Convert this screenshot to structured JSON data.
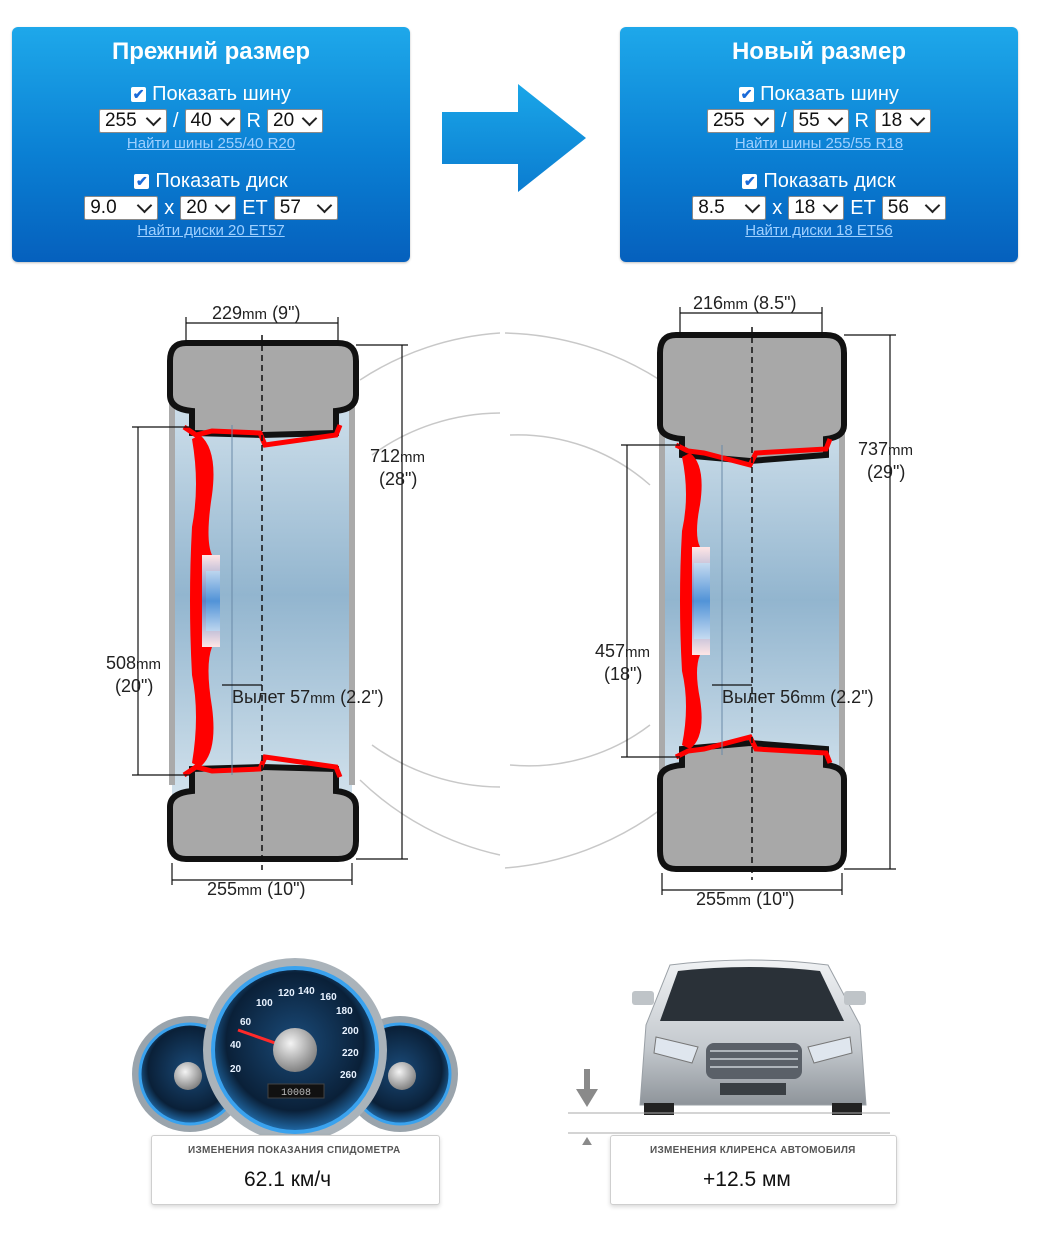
{
  "old_panel": {
    "title": "Прежний размер",
    "show_tire_label": "Показать шину",
    "tire_width": "255",
    "tire_separator": "/",
    "tire_profile": "40",
    "tire_r_label": "R",
    "tire_diameter": "20",
    "find_tires_link": "Найти шины 255/40 R20",
    "show_wheel_label": "Показать диск",
    "wheel_width": "9.0",
    "wheel_x_label": "x",
    "wheel_diameter": "20",
    "wheel_et_label": "ET",
    "wheel_offset": "57",
    "find_wheels_link": "Найти диски 20 ET57"
  },
  "new_panel": {
    "title": "Новый размер",
    "show_tire_label": "Показать шину",
    "tire_width": "255",
    "tire_separator": "/",
    "tire_profile": "55",
    "tire_r_label": "R",
    "tire_diameter": "18",
    "find_tires_link": "Найти шины 255/55 R18",
    "show_wheel_label": "Показать диск",
    "wheel_width": "8.5",
    "wheel_x_label": "x",
    "wheel_diameter": "18",
    "wheel_et_label": "ET",
    "wheel_offset": "56",
    "find_wheels_link": "Найти диски 18 ET56"
  },
  "old_diagram": {
    "rim_width_mm": "229",
    "rim_width_in": "(9\")",
    "outer_diameter_mm": "712",
    "outer_diameter_in": "(28\")",
    "rim_diameter_mm": "508",
    "rim_diameter_in": "(20\")",
    "offset_prefix": "Вылет",
    "offset_mm": "57",
    "offset_in": "(2.2\")",
    "tire_width_mm": "255",
    "tire_width_in": "(10\")"
  },
  "new_diagram": {
    "rim_width_mm": "216",
    "rim_width_in": "(8.5\")",
    "outer_diameter_mm": "737",
    "outer_diameter_in": "(29\")",
    "rim_diameter_mm": "457",
    "rim_diameter_in": "(18\")",
    "offset_prefix": "Вылет",
    "offset_mm": "56",
    "offset_in": "(2.2\")",
    "tire_width_mm": "255",
    "tire_width_in": "(10\")"
  },
  "units": {
    "mm": "mm"
  },
  "speedometer": {
    "caption": "ИЗМЕНЕНИЯ ПОКАЗАНИЯ СПИДОМЕТРА",
    "value": "62.1 км/ч",
    "odometer": "10008"
  },
  "clearance": {
    "caption": "ИЗМЕНЕНИЯ КЛИРЕНСА АВТОМОБИЛЯ",
    "value": "+12.5 мм"
  },
  "colors": {
    "panel_blue": "#0a7fd3",
    "rim_red": "#ff0000",
    "tire_gray": "#a9a9a9",
    "link_blue": "#9fd0ff"
  }
}
